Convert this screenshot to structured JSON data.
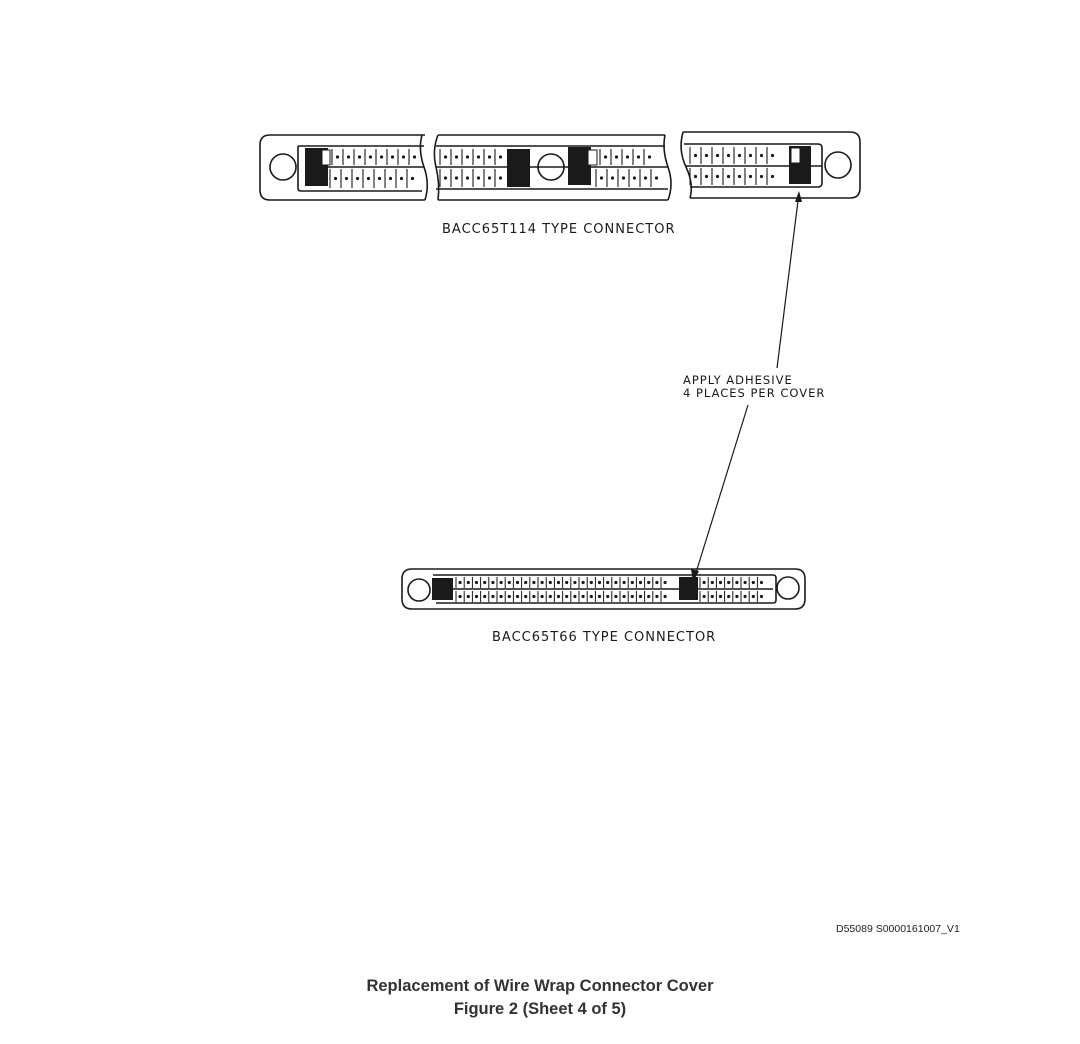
{
  "labels": {
    "top_connector": "BACC65T114 TYPE CONNECTOR",
    "bottom_connector": "BACC65T66 TYPE CONNECTOR",
    "note_line1": "APPLY ADHESIVE",
    "note_line2": "4 PLACES PER COVER"
  },
  "drawing_ref": "D55089 S0000161007_V1",
  "caption": {
    "title": "Replacement of Wire Wrap Connector Cover",
    "subtitle": "Figure 2  (Sheet 4 of 5)"
  },
  "colors": {
    "ink": "#1a1a1a",
    "background": "#ffffff"
  }
}
